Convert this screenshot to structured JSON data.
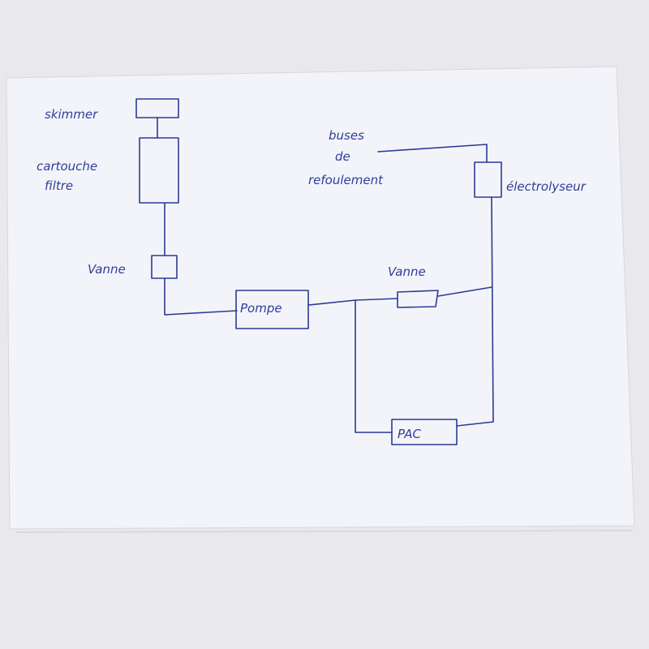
{
  "diagram": {
    "skimmer": "skimmer",
    "cartouche_line1": "cartouche",
    "cartouche_line2": "filtre",
    "vanne_left": "Vanne",
    "pompe": "Pompe",
    "vanne_right": "Vanne",
    "pac": "PAC",
    "buses_line1": "buses",
    "buses_line2": "de",
    "buses_line3": "refoulement",
    "electrolyseur": "électrolyseur"
  },
  "colors": {
    "ink": "#2b3a97",
    "paper": "#f4f5fa",
    "background": "#e9e9ec"
  }
}
